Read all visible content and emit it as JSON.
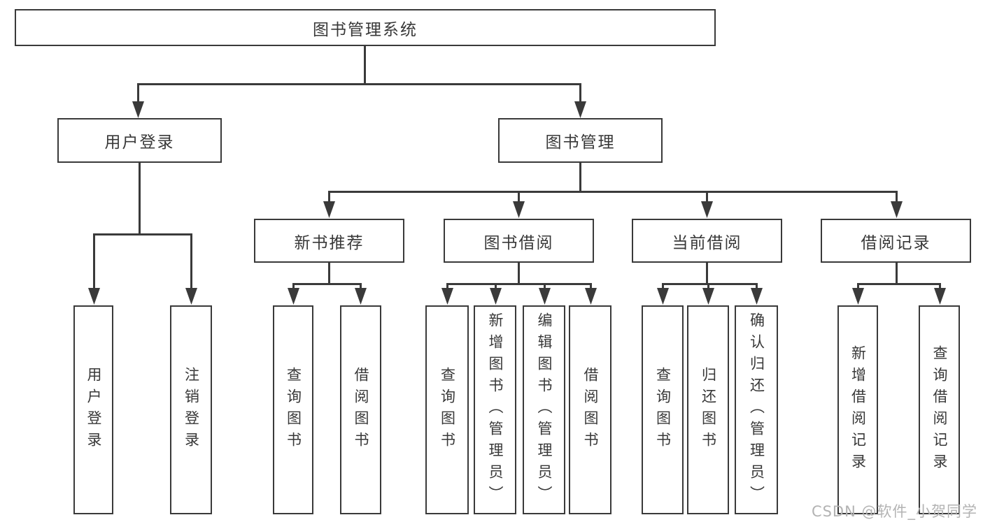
{
  "diagram": {
    "tree": {
      "label": "图书管理系统",
      "children": [
        {
          "label": "用户登录",
          "children": [
            {
              "label": "用户登录"
            },
            {
              "label": "注销登录"
            }
          ]
        },
        {
          "label": "图书管理",
          "children": [
            {
              "label": "新书推荐",
              "children": [
                {
                  "label": "查询图书"
                },
                {
                  "label": "借阅图书"
                }
              ]
            },
            {
              "label": "图书借阅",
              "children": [
                {
                  "label": "查询图书"
                },
                {
                  "label": "新增图书（管理员）"
                },
                {
                  "label": "编辑图书（管理员）"
                },
                {
                  "label": "借阅图书"
                }
              ]
            },
            {
              "label": "当前借阅",
              "children": [
                {
                  "label": "查询图书"
                },
                {
                  "label": "归还图书"
                },
                {
                  "label": "确认归还（管理员）"
                }
              ]
            },
            {
              "label": "借阅记录",
              "children": [
                {
                  "label": "新增借阅记录"
                },
                {
                  "label": "查询借阅记录"
                }
              ]
            }
          ]
        }
      ]
    }
  },
  "watermark": {
    "text": "CSDN @软件_小贺同学"
  },
  "colors": {
    "line": "#3a3a3a",
    "text": "#383838",
    "watermark": "#b3b3b3",
    "background": "#ffffff"
  }
}
